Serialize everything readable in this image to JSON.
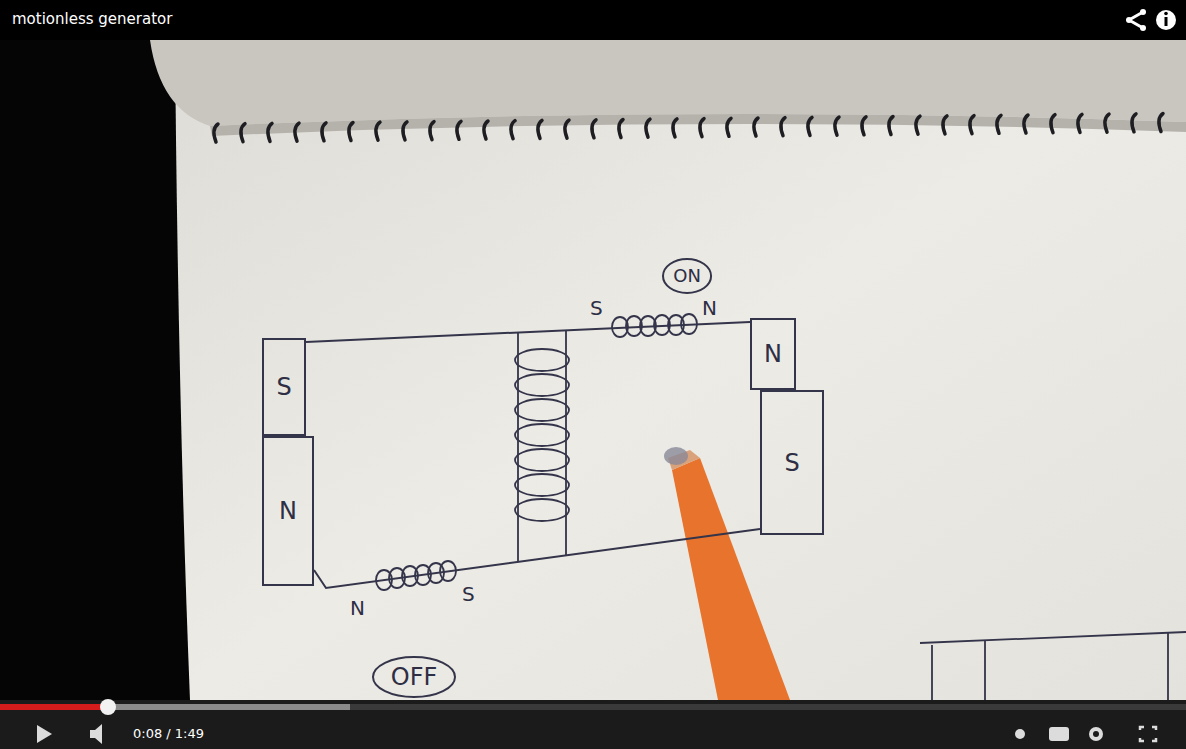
{
  "diagram": {
    "title": "motionless generator",
    "nodes": [
      {
        "text": [
          "ON"
        ]
      },
      {
        "text": [
          "S"
        ]
      },
      {
        "text": [
          "N"
        ]
      },
      {
        "text": [
          "N"
        ]
      },
      {
        "text": [
          "S"
        ]
      },
      {
        "text": [
          "OFF"
        ]
      }
    ],
    "edges": [
      {
        "from": 1,
        "to": 2,
        "arrow": "none"
      },
      {
        "from": 3,
        "to": 4,
        "arrow": "none"
      }
    ],
    "labels": [
      "S",
      "N",
      "N",
      "S",
      "0:08 / 1:49"
    ]
  }
}
